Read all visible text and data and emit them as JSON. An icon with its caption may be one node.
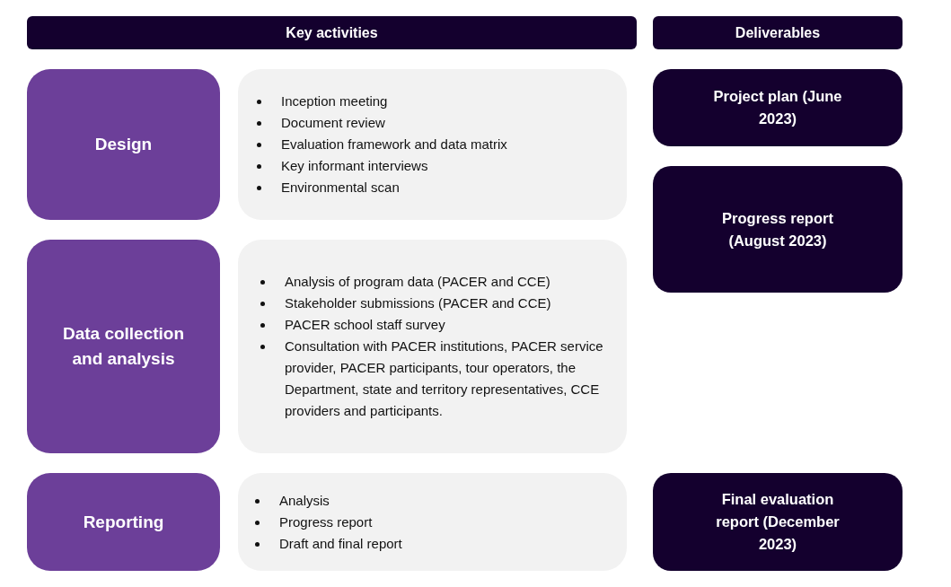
{
  "diagram": {
    "nodes": [
      {
        "text": [
          "Key activities"
        ]
      },
      {
        "text": [
          "Deliverables"
        ]
      },
      {
        "text": [
          "Design"
        ]
      },
      {
        "text": [
          "Inception meeting",
          "Document review",
          "Evaluation framework and data matrix",
          "Key informant interviews",
          "Environmental scan"
        ]
      },
      {
        "text": [
          "Project plan (June 2023)"
        ]
      },
      {
        "text": [
          "Progress report (August 2023)"
        ]
      },
      {
        "text": [
          "Data collection and analysis"
        ]
      },
      {
        "text": [
          "Analysis of program data (PACER and CCE)",
          "Stakeholder submissions (PACER and CCE)",
          "PACER school staff survey",
          "Consultation with PACER institutions, PACER service provider, PACER participants, tour operators, the Department, state and territory representatives, CCE providers and participants."
        ]
      },
      {
        "text": [
          "Reporting"
        ]
      },
      {
        "text": [
          "Analysis",
          "Progress report",
          "Draft and final report"
        ]
      },
      {
        "text": [
          "Final evaluation report (December 2023)"
        ]
      }
    ]
  }
}
